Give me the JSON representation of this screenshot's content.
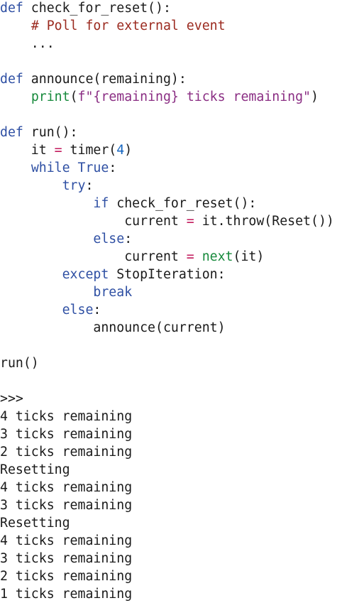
{
  "document": {
    "code_lines": [
      [
        {
          "t": "def",
          "c": "k"
        },
        {
          "t": " check_for_reset():"
        }
      ],
      [
        {
          "t": "    "
        },
        {
          "t": "# Poll for external event",
          "c": "c"
        }
      ],
      [
        {
          "t": "    ..."
        }
      ],
      [],
      [
        {
          "t": "def",
          "c": "k"
        },
        {
          "t": " announce(remaining):"
        }
      ],
      [
        {
          "t": "    "
        },
        {
          "t": "print",
          "c": "b"
        },
        {
          "t": "("
        },
        {
          "t": "f\"{remaining} ticks remaining\"",
          "c": "s"
        },
        {
          "t": ")"
        }
      ],
      [],
      [
        {
          "t": "def",
          "c": "k"
        },
        {
          "t": " run():"
        }
      ],
      [
        {
          "t": "    it "
        },
        {
          "t": "=",
          "c": "o"
        },
        {
          "t": " timer("
        },
        {
          "t": "4",
          "c": "n"
        },
        {
          "t": ")"
        }
      ],
      [
        {
          "t": "    "
        },
        {
          "t": "while",
          "c": "k"
        },
        {
          "t": " "
        },
        {
          "t": "True",
          "c": "k"
        },
        {
          "t": ":"
        }
      ],
      [
        {
          "t": "        "
        },
        {
          "t": "try",
          "c": "k"
        },
        {
          "t": ":"
        }
      ],
      [
        {
          "t": "            "
        },
        {
          "t": "if",
          "c": "k"
        },
        {
          "t": " check_for_reset():"
        }
      ],
      [
        {
          "t": "                current "
        },
        {
          "t": "=",
          "c": "o"
        },
        {
          "t": " it.throw(Reset())"
        }
      ],
      [
        {
          "t": "            "
        },
        {
          "t": "else",
          "c": "k"
        },
        {
          "t": ":"
        }
      ],
      [
        {
          "t": "                current "
        },
        {
          "t": "=",
          "c": "o"
        },
        {
          "t": " "
        },
        {
          "t": "next",
          "c": "b"
        },
        {
          "t": "(it)"
        }
      ],
      [
        {
          "t": "        "
        },
        {
          "t": "except",
          "c": "k"
        },
        {
          "t": " StopIteration:"
        }
      ],
      [
        {
          "t": "            "
        },
        {
          "t": "break",
          "c": "k"
        }
      ],
      [
        {
          "t": "        "
        },
        {
          "t": "else",
          "c": "k"
        },
        {
          "t": ":"
        }
      ],
      [
        {
          "t": "            announce(current)"
        }
      ],
      [],
      [
        {
          "t": "run()"
        }
      ],
      [],
      [
        {
          "t": ">>>"
        }
      ],
      [
        {
          "t": "4 ticks remaining"
        }
      ],
      [
        {
          "t": "3 ticks remaining"
        }
      ],
      [
        {
          "t": "2 ticks remaining"
        }
      ],
      [
        {
          "t": "Resetting"
        }
      ],
      [
        {
          "t": "4 ticks remaining"
        }
      ],
      [
        {
          "t": "3 ticks remaining"
        }
      ],
      [
        {
          "t": "Resetting"
        }
      ],
      [
        {
          "t": "4 ticks remaining"
        }
      ],
      [
        {
          "t": "3 ticks remaining"
        }
      ],
      [
        {
          "t": "2 ticks remaining"
        }
      ],
      [
        {
          "t": "1 ticks remaining"
        }
      ]
    ]
  },
  "colors": {
    "keyword": "#2e4fa3",
    "comment": "#9b2a1f",
    "string": "#8a2d83",
    "builtin": "#178a3c",
    "operator": "#c2185b",
    "number": "#1565c0",
    "text": "#1a1a1a"
  }
}
